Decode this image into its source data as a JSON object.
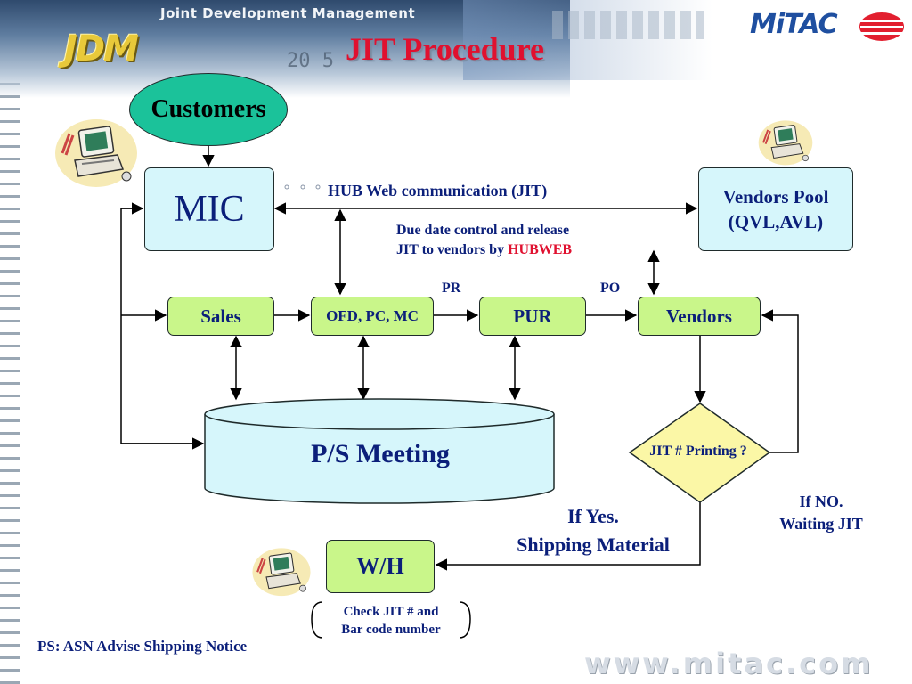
{
  "header": {
    "brand_text": "Joint Development Management",
    "logo_text": "JDM",
    "company_logo": "MiTAC",
    "deco_digits": "20 5"
  },
  "slide_title": "JIT Procedure",
  "nodes": {
    "customers": "Customers",
    "mic": "MIC",
    "vendors_pool_line1": "Vendors Pool",
    "vendors_pool_line2": "(QVL,AVL)",
    "sales": "Sales",
    "ofd": "OFD, PC, MC",
    "pur": "PUR",
    "vendors": "Vendors",
    "ps_meeting": "P/S Meeting",
    "jit_printing": "JIT # Printing ?",
    "wh": "W/H"
  },
  "labels": {
    "hub_web": "HUB Web communication  (JIT)",
    "due_line1": "Due date control and  release",
    "due_line2_prefix": "JIT  to vendors by ",
    "due_line2_highlight": "HUBWEB",
    "pr": "PR",
    "po": "PO",
    "if_yes_line1": "If Yes.",
    "if_yes_line2": "Shipping Material",
    "if_no_line1": "If NO.",
    "if_no_line2": "Waiting JIT",
    "check_line1": "Check JIT # and",
    "check_line2": "Bar code number"
  },
  "footer": {
    "ps_note": "PS: ASN Advise Shipping Notice",
    "website": "www.mitac.com"
  },
  "icons": [
    "computer-clipart-icon",
    "computer-clipart-icon",
    "computer-clipart-icon",
    "mitac-logo-icon",
    "jdm-logo-icon"
  ],
  "colors": {
    "title": "#e0102f",
    "customers_fill": "#1bc29a",
    "blue_box": "#d6f6fb",
    "green_box": "#c9f68a",
    "diamond": "#fbf7a6",
    "text": "#0b1f7a"
  }
}
